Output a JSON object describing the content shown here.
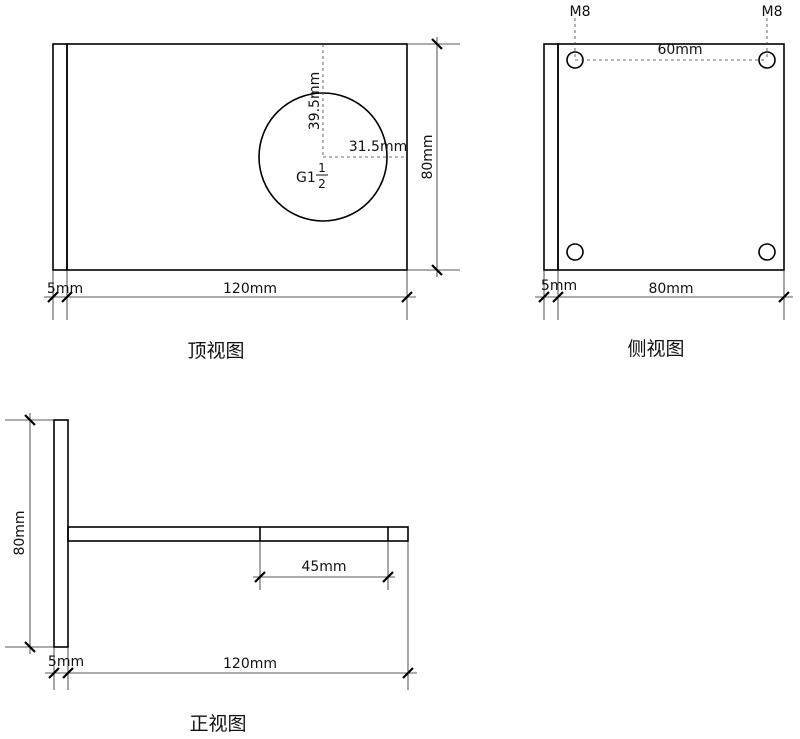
{
  "top_view": {
    "title": "顶视图",
    "dim_width": "120mm",
    "dim_flange": "5mm",
    "dim_height": "80mm",
    "dim_hole_v": "39.5mm",
    "dim_hole_h": "31.5mm",
    "thread_prefix": "G1",
    "thread_num": "1",
    "thread_den": "2"
  },
  "side_view": {
    "title": "侧视图",
    "bolt_left": "M8",
    "bolt_right": "M8",
    "dim_bolt_spacing": "60mm",
    "dim_width": "80mm",
    "dim_flange": "5mm"
  },
  "front_view": {
    "title": "正视图",
    "dim_height": "80mm",
    "dim_segment": "45mm",
    "dim_width": "120mm",
    "dim_flange": "5mm"
  }
}
